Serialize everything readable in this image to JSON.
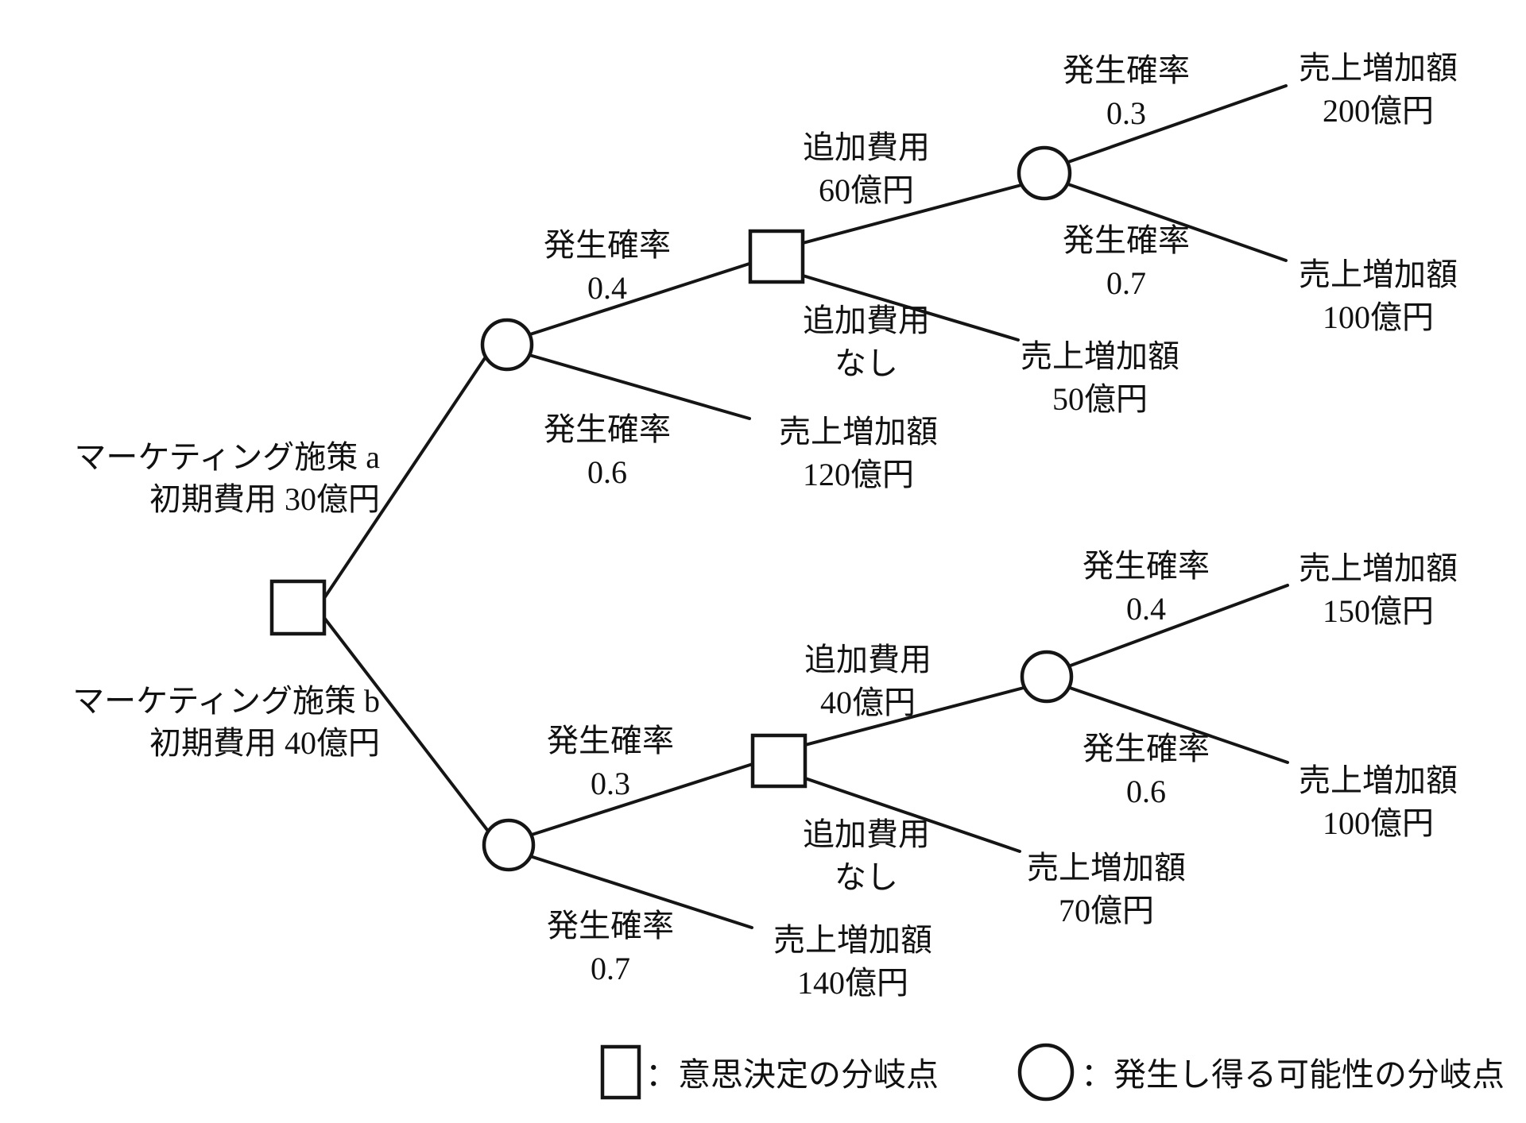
{
  "tree": {
    "options": [
      {
        "name": "マーケティング施策 a",
        "initial_cost": "初期費用 30億円",
        "chance": {
          "high": {
            "prob_label": "発生確率",
            "prob": "0.4"
          },
          "low": {
            "prob_label": "発生確率",
            "prob": "0.6",
            "outcome_label": "売上増加額",
            "outcome": "120億円"
          }
        },
        "decision": {
          "add_cost": {
            "line1": "追加費用",
            "line2": "60億円"
          },
          "no_cost": {
            "line1": "追加費用",
            "line2": "なし",
            "outcome_label": "売上増加額",
            "outcome": "50億円"
          },
          "chance": {
            "high": {
              "prob_label": "発生確率",
              "prob": "0.3",
              "outcome_label": "売上増加額",
              "outcome": "200億円"
            },
            "low": {
              "prob_label": "発生確率",
              "prob": "0.7",
              "outcome_label": "売上増加額",
              "outcome": "100億円"
            }
          }
        }
      },
      {
        "name": "マーケティング施策 b",
        "initial_cost": "初期費用 40億円",
        "chance": {
          "high": {
            "prob_label": "発生確率",
            "prob": "0.3"
          },
          "low": {
            "prob_label": "発生確率",
            "prob": "0.7",
            "outcome_label": "売上増加額",
            "outcome": "140億円"
          }
        },
        "decision": {
          "add_cost": {
            "line1": "追加費用",
            "line2": "40億円"
          },
          "no_cost": {
            "line1": "追加費用",
            "line2": "なし",
            "outcome_label": "売上増加額",
            "outcome": "70億円"
          },
          "chance": {
            "high": {
              "prob_label": "発生確率",
              "prob": "0.4",
              "outcome_label": "売上増加額",
              "outcome": "150億円"
            },
            "low": {
              "prob_label": "発生確率",
              "prob": "0.6",
              "outcome_label": "売上増加額",
              "outcome": "100億円"
            }
          }
        }
      }
    ]
  },
  "legend": {
    "decision": "：意思決定の分岐点",
    "chance": "：発生し得る可能性の分岐点"
  }
}
